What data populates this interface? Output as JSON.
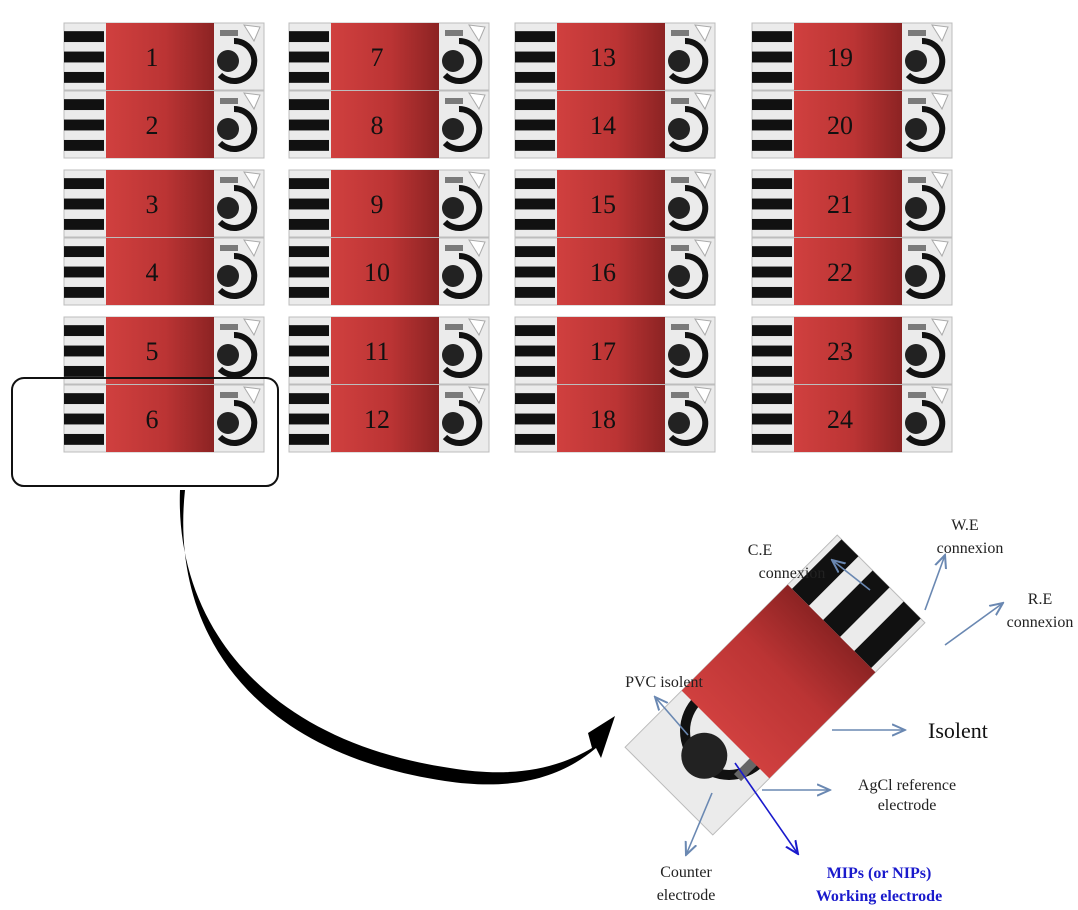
{
  "strip_numbers": [
    "1",
    "2",
    "3",
    "4",
    "5",
    "6",
    "7",
    "8",
    "9",
    "10",
    "11",
    "12",
    "13",
    "14",
    "15",
    "16",
    "17",
    "18",
    "19",
    "20",
    "21",
    "22",
    "23",
    "24"
  ],
  "labels": {
    "ce_connexion": [
      "C.E",
      "connexion"
    ],
    "we_connexion": [
      "W.E",
      "connexion"
    ],
    "re_connexion": [
      "R.E",
      "connexion"
    ],
    "pvc_isolent": "PVC isolent",
    "isolent": "Isolent",
    "agcl_reference": [
      "AgCl reference",
      "electrode"
    ],
    "counter_electrode": [
      "Counter",
      "electrode"
    ],
    "working_electrode": [
      "MIPs (or NIPs)",
      "Working electrode"
    ]
  },
  "colors": {
    "insulator_red": "#c0393b",
    "insulator_dark": "#8f2222",
    "conductor_black": "#111111",
    "substrate": "#ebebeb",
    "arrow_blue": "#6a88b2",
    "label_blue": "#1a1acc"
  }
}
